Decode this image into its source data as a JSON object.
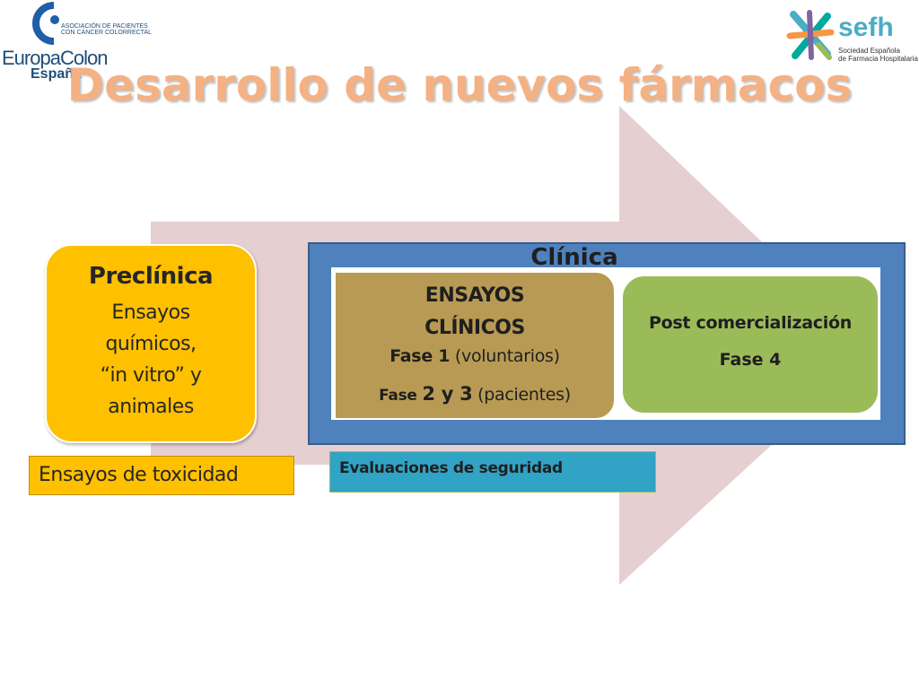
{
  "logos": {
    "left": {
      "name": "EuropaColon",
      "country": "España",
      "tagline_1": "ASOCIACIÓN DE PACIENTES",
      "tagline_2": "CON CÁNCER COLORRECTAL"
    },
    "right": {
      "name": "sefh",
      "subtitle_1": "Sociedad Española",
      "subtitle_2": "de Farmacia Hospitalaria"
    }
  },
  "title": "Desarrollo de nuevos fármacos",
  "preclinica": {
    "title": "Preclínica",
    "text": "Ensayos\nquímicos,\n“in vitro” y\nanimales"
  },
  "toxicidad": "Ensayos de toxicidad",
  "clinica": {
    "label": "Clínica",
    "ensayos": {
      "title": "ENSAYOS\nCLÍNICOS",
      "fase1_label": "Fase 1",
      "fase1_note": "(voluntarios)",
      "fase23_prefix": "Fase",
      "fase23_nums": "2 y 3",
      "fase23_note": "(pacientes)"
    },
    "post": {
      "title": "Post comercialización",
      "fase": "Fase 4"
    }
  },
  "seguridad": "Evaluaciones de seguridad",
  "colors": {
    "arrow": "#e6cfd1",
    "preclinica": "#ffc000",
    "clinica_frame": "#4f81bd",
    "ensayos": "#b89a54",
    "post": "#9bbb59",
    "seguridad": "#31a3c4",
    "title": "#f4b183"
  }
}
